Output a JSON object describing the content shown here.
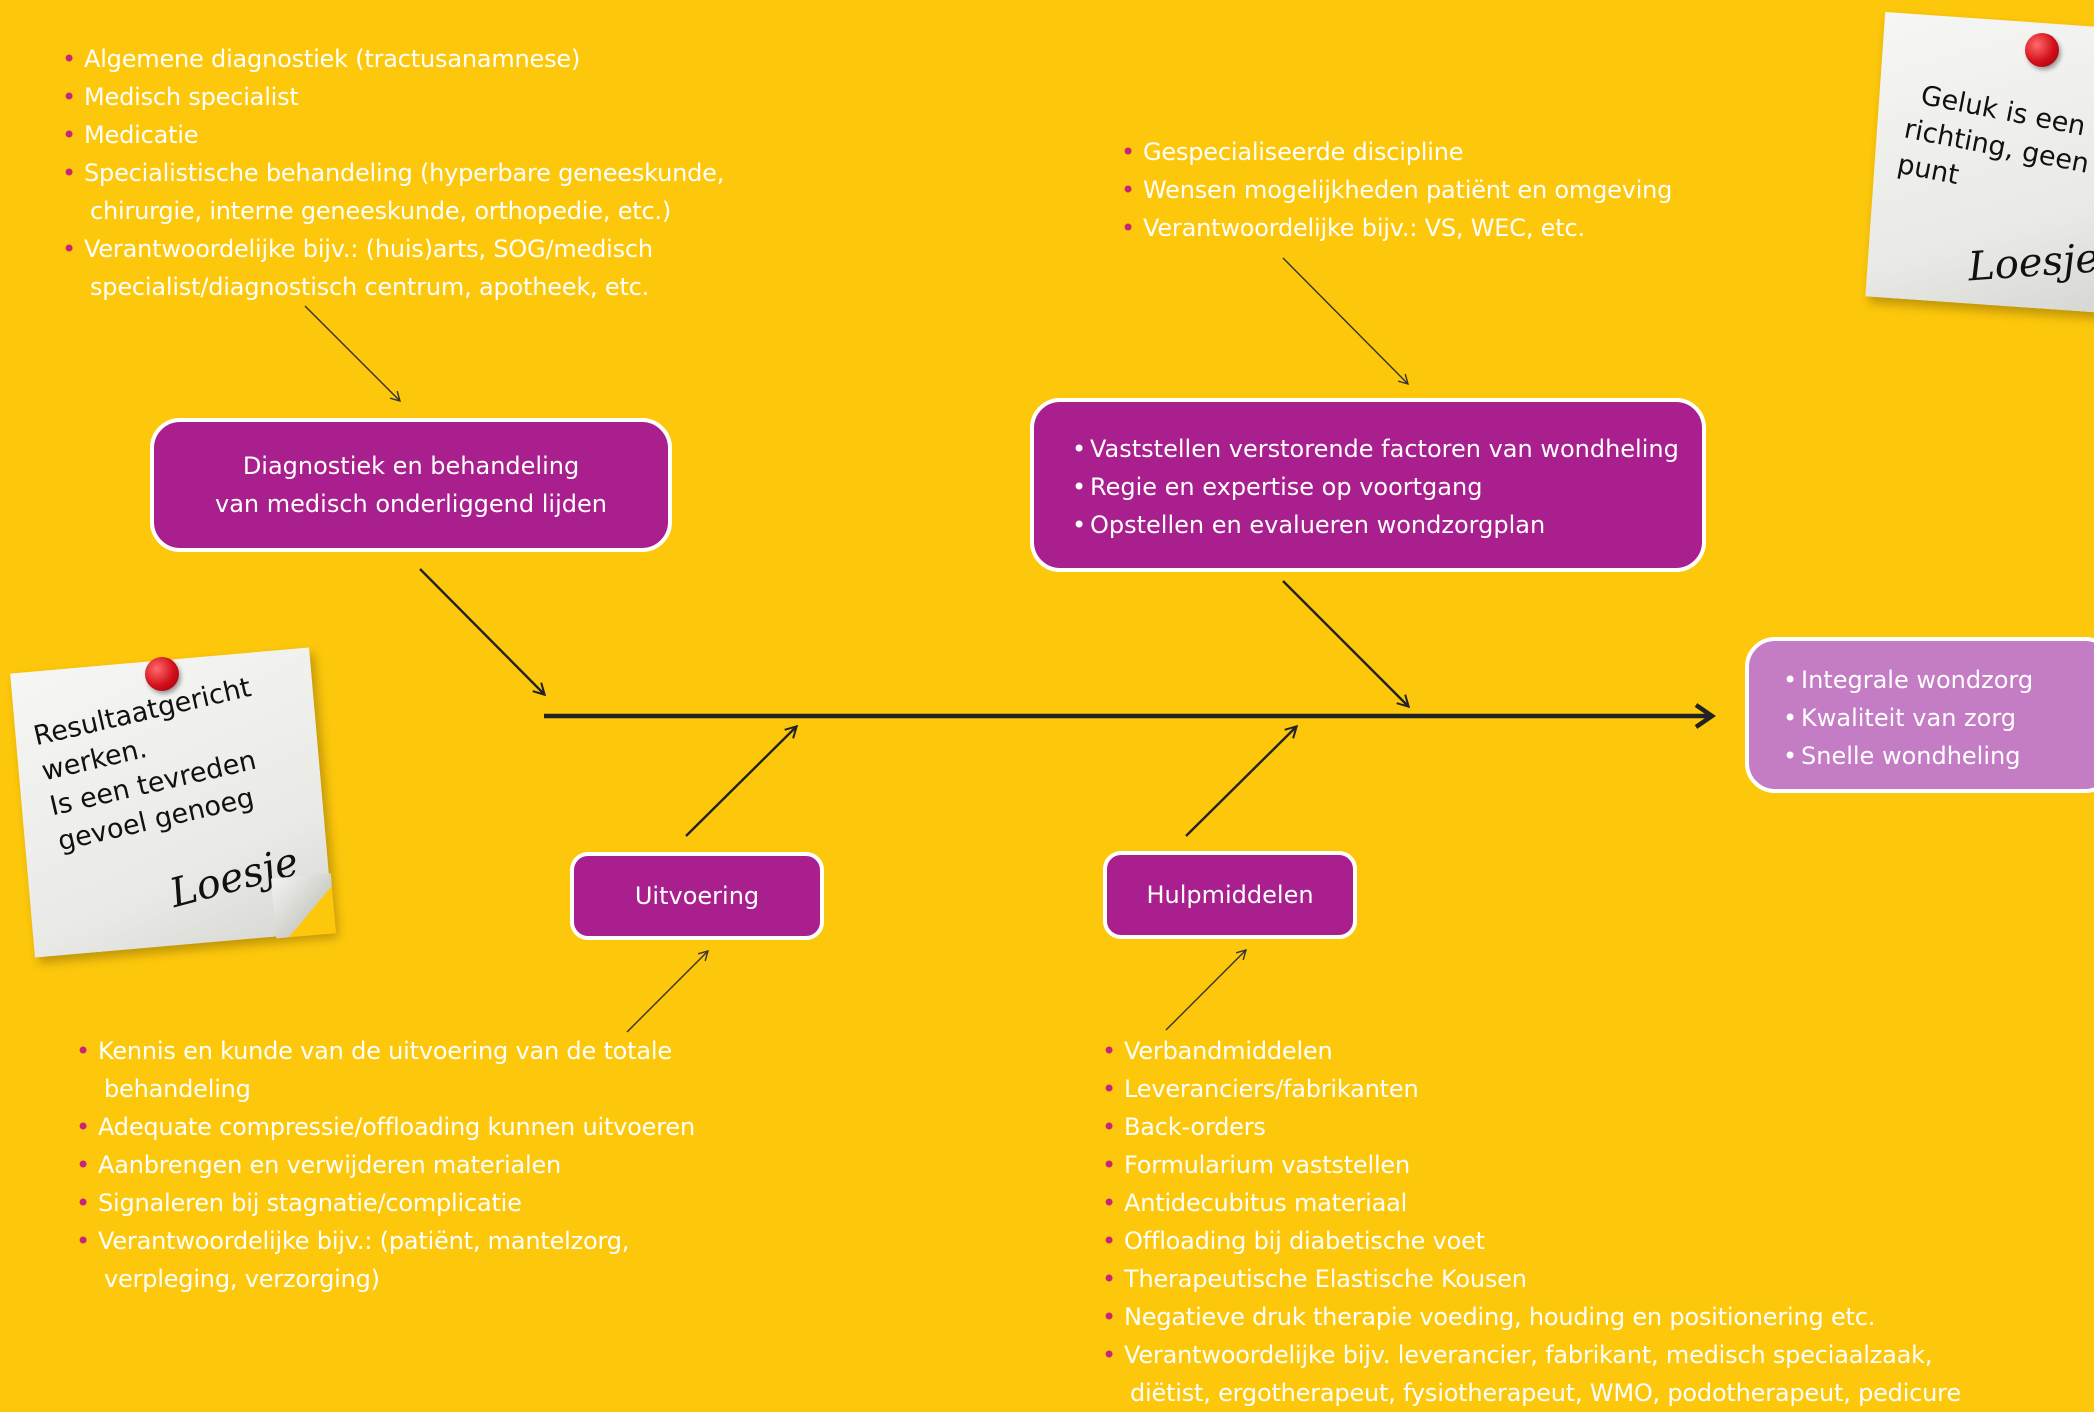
{
  "top_left_notes": [
    {
      "line1": "Algemene diagnostiek (tractusanamnese)"
    },
    {
      "line1": "Medisch specialist"
    },
    {
      "line1": "Medicatie"
    },
    {
      "line1": "Specialistische behandeling (hyperbare geneeskunde,",
      "line2": "chirurgie, interne geneeskunde, orthopedie, etc.)"
    },
    {
      "line1": "Verantwoordelijke bijv.: (huis)arts, SOG/medisch",
      "line2": "specialist/diagnostisch centrum, apotheek, etc."
    }
  ],
  "top_mid_notes": [
    "Gespecialiseerde discipline",
    "Wensen mogelijkheden patiënt en omgeving",
    "Verantwoordelijke bijv.: VS, WEC, etc."
  ],
  "box_diagnostiek": {
    "line1": "Diagnostiek en behandeling",
    "line2": "van medisch onderliggend lijden"
  },
  "box_regie": [
    "Vaststellen verstorende factoren van wondheling",
    "Regie en expertise op voortgang",
    "Opstellen en evalueren wondzorgplan"
  ],
  "box_result": [
    "Integrale wondzorg",
    "Kwaliteit van zorg",
    "Snelle wondheling"
  ],
  "box_uitvoering": "Uitvoering",
  "box_hulpmiddelen": "Hulpmiddelen",
  "bottom_left_notes": [
    {
      "line1": "Kennis en kunde van de uitvoering van de totale",
      "line2": "behandeling"
    },
    {
      "line1": "Adequate compressie/offloading kunnen uitvoeren"
    },
    {
      "line1": "Aanbrengen en verwijderen materialen"
    },
    {
      "line1": "Signaleren bij stagnatie/complicatie"
    },
    {
      "line1": "Verantwoordelijke bijv.: (patiënt, mantelzorg,",
      "line2": "verpleging, verzorging)"
    }
  ],
  "bottom_right_notes": [
    {
      "line1": "Verbandmiddelen"
    },
    {
      "line1": "Leveranciers/fabrikanten"
    },
    {
      "line1": "Back-orders"
    },
    {
      "line1": "Formularium vaststellen"
    },
    {
      "line1": "Antidecubitus materiaal"
    },
    {
      "line1": "Offloading bij diabetische voet"
    },
    {
      "line1": "Therapeutische Elastische Kousen"
    },
    {
      "line1": "Negatieve druk therapie voeding, houding en positionering etc."
    },
    {
      "line1": "Verantwoordelijke bijv. leverancier, fabrikant, medisch speciaalzaak,",
      "line2": "diëtist, ergotherapeut, fysiotherapeut, WMO, podotherapeut, pedicure"
    }
  ],
  "sticky_left": {
    "lines": [
      "Resultaatgericht",
      "werken.",
      "Is een tevreden",
      "gevoel genoeg"
    ],
    "signature": "Loesje"
  },
  "sticky_right": {
    "lines": [
      "Geluk is een",
      "richting, geen",
      "punt"
    ],
    "signature": "Loesje"
  },
  "colors": {
    "background": "#FDC70C",
    "box": "#A91F8E",
    "result_box": "#C47CC4",
    "bullet": "#C7257B"
  }
}
